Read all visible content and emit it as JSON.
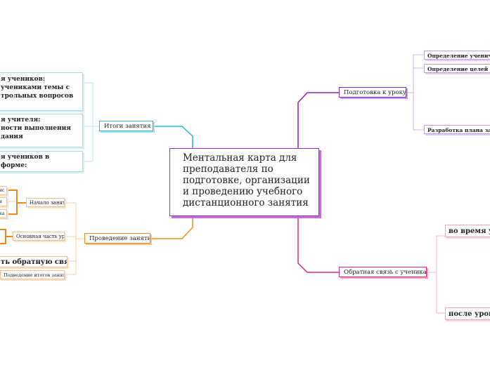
{
  "central": {
    "text": "Ментальная карта для преподавателя по подготовке, организации и проведению учебного дистанционного занятия"
  },
  "branches": {
    "prep": {
      "label": "Подготовка к уроку:",
      "color": "#8a1fc9",
      "items": [
        "Определение ученичес",
        "Определение целей и з",
        "Разработка плана заняти"
      ]
    },
    "results": {
      "label": "Итоги занятия",
      "color": "#29b7e0",
      "items": [
        [
          "я учеников:",
          "учениками темы с",
          "трольных вопросов"
        ],
        [
          "я учителя:",
          "ности выполнения",
          "дания"
        ],
        [
          "я учеников в",
          "форме:"
        ]
      ]
    },
    "conduct": {
      "label": "Проведение занятия",
      "color": "#f0891c",
      "items": [
        "Начало занятия",
        "Основная часть урока",
        "ть обратную связь",
        "Подведение итогов занятия"
      ],
      "fragments": [
        "ис",
        "и",
        "ка"
      ]
    },
    "feedback": {
      "label": "Обратная связь с учениками",
      "color": "#e0267a",
      "items": [
        "во время уро",
        "после урока:"
      ]
    }
  }
}
